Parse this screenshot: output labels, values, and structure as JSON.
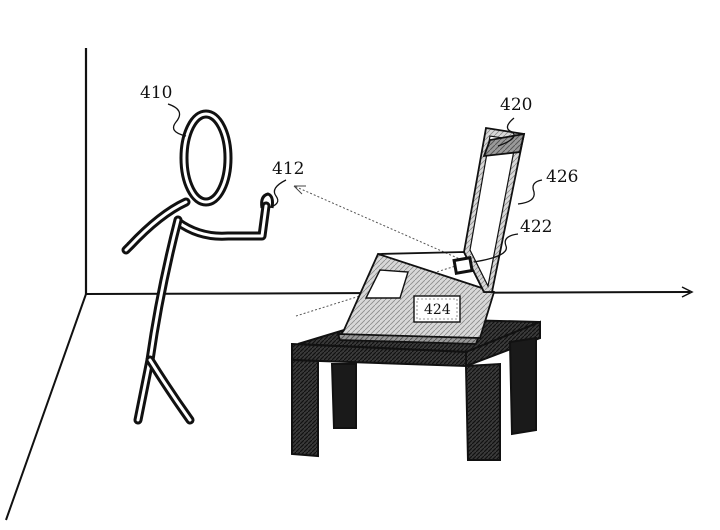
{
  "labels": {
    "person": "410",
    "hand": "412",
    "device": "420",
    "camera": "422",
    "keyboard_label": "424",
    "display": "426"
  },
  "colors": {
    "ink": "#111111",
    "hatch_dark": "#2a2a2a",
    "hatch_light": "#8a8a8a",
    "paper": "#ffffff"
  }
}
